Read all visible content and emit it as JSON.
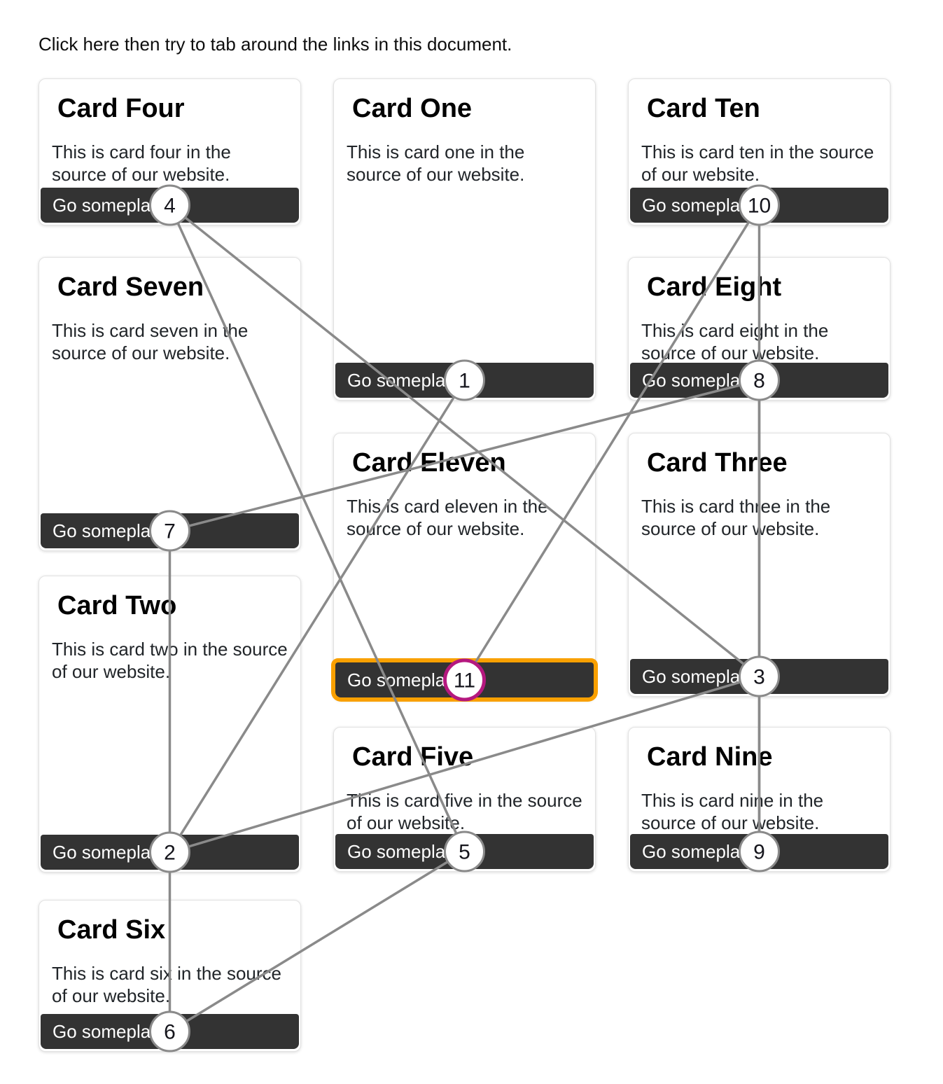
{
  "intro": "Click here then try to tab around the links in this document.",
  "cards": [
    {
      "tab": 1,
      "title": "Card One",
      "body": "This is card one in the source of our website.",
      "button": "Go someplace"
    },
    {
      "tab": 2,
      "title": "Card Two",
      "body": "This is card two in the source of our website.",
      "button": "Go someplace"
    },
    {
      "tab": 3,
      "title": "Card Three",
      "body": "This is card three in the source of our website.",
      "button": "Go someplace"
    },
    {
      "tab": 4,
      "title": "Card Four",
      "body": "This is card four in the source of our website.",
      "button": "Go someplace"
    },
    {
      "tab": 5,
      "title": "Card Five",
      "body": "This is card five in the source of our website.",
      "button": "Go someplace"
    },
    {
      "tab": 6,
      "title": "Card Six",
      "body": "This is card six in the source of our website.",
      "button": "Go someplace"
    },
    {
      "tab": 7,
      "title": "Card Seven",
      "body": "This is card seven in the source of our website.",
      "button": "Go someplace"
    },
    {
      "tab": 8,
      "title": "Card Eight",
      "body": "This is card eight in the source of our website.",
      "button": "Go someplace"
    },
    {
      "tab": 9,
      "title": "Card Nine",
      "body": "This is card nine in the source of our website.",
      "button": "Go someplace"
    },
    {
      "tab": 10,
      "title": "Card Ten",
      "body": "This is card ten in the source of our website.",
      "button": "Go someplace"
    },
    {
      "tab": 11,
      "title": "Card Eleven",
      "body": "This is card eleven in the source of our website.",
      "button": "Go someplace"
    }
  ],
  "overlay": {
    "active_tab": 11,
    "tab_sequence": [
      1,
      2,
      3,
      4,
      5,
      6,
      7,
      8,
      9,
      10,
      11
    ],
    "line_color": "#8a8a8a",
    "circle_fill": "#ffffff",
    "circle_border_color": "#8a8a8a",
    "circle_number_color": "#15151c",
    "active_circle_border_color": "#b5187f",
    "focus_ring_color": "#f9a000"
  }
}
